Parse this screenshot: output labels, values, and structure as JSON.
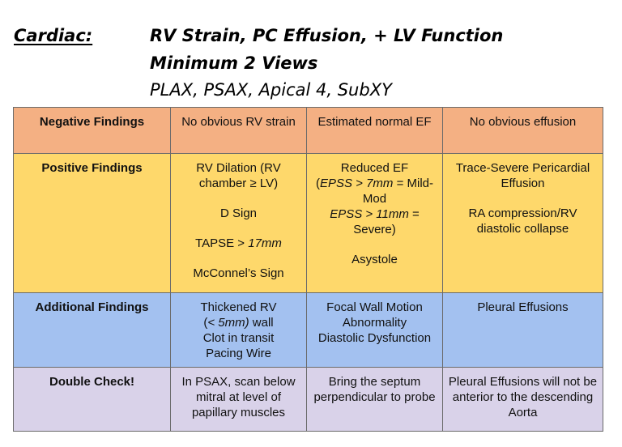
{
  "header": {
    "label": "Cardiac:",
    "line1": "RV Strain, PC Effusion, + LV Function",
    "line2": "Minimum 2 Views",
    "line3": "PLAX, PSAX, Apical 4, SubXY"
  },
  "colors": {
    "negative": "#f4b083",
    "positive": "#fed86b",
    "additional": "#a3c1f0",
    "double_check": "#d9d2e9"
  },
  "table": {
    "negative": {
      "label": "Negative Findings",
      "rv": "No obvious RV strain",
      "lv": "Estimated normal EF",
      "pc": "No obvious effusion"
    },
    "positive": {
      "label": "Positive Findings",
      "rv_dilation": "RV Dilation (RV chamber ≥ LV)",
      "rv_dsign": "D Sign",
      "rv_tapse_pre": "TAPSE > ",
      "rv_tapse_val": "17mm",
      "rv_mcconnel": "McConnel’s Sign",
      "lv_reduced": "Reduced EF",
      "lv_epss1_a": "(",
      "lv_epss1_b": "EPSS > 7mm",
      "lv_epss1_c": " = Mild-Mod",
      "lv_epss2_b": "EPSS > 11mm",
      "lv_epss2_c": " = Severe)",
      "lv_asystole": "Asystole",
      "pc_trace": "Trace-Severe Pericardial Effusion",
      "pc_ra": "RA compression/RV diastolic collapse"
    },
    "additional": {
      "label": "Additional Findings",
      "rv_thick": "Thickened RV",
      "rv_wall_a": "(",
      "rv_wall_b": "< 5mm)",
      "rv_wall_c": " wall",
      "rv_clot": "Clot in transit",
      "rv_pacing": "Pacing Wire",
      "lv_focal": "Focal Wall Motion Abnormality",
      "lv_diastolic": "Diastolic Dysfunction",
      "pc_pleural": "Pleural Effusions"
    },
    "double_check": {
      "label": "Double Check!",
      "rv": "In PSAX, scan below mitral at level of papillary muscles",
      "lv": "Bring the septum perpendicular to probe",
      "pc": "Pleural Effusions will not be anterior to the descending Aorta"
    }
  }
}
